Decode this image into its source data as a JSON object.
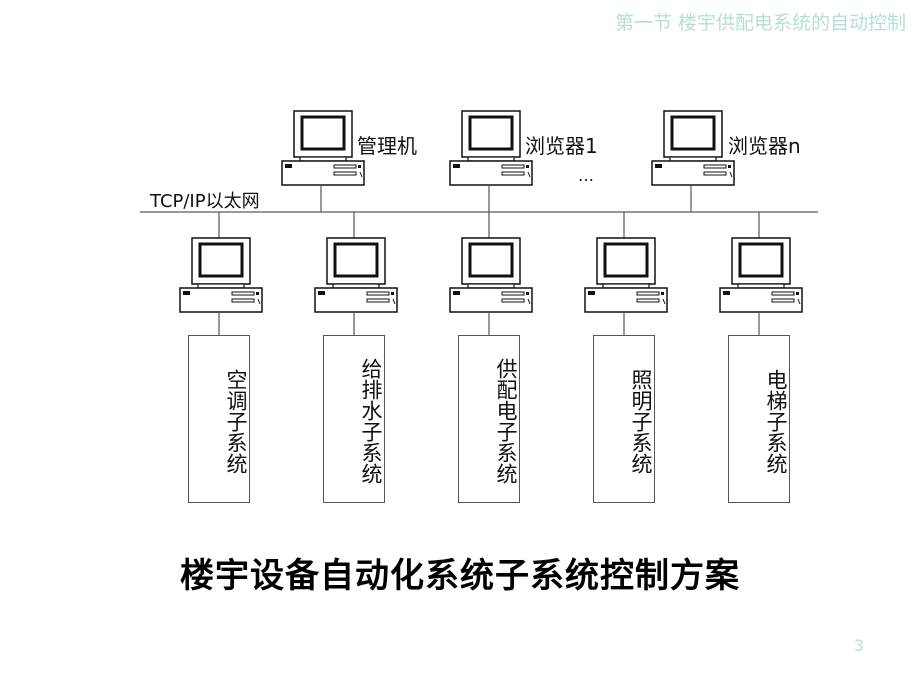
{
  "header": {
    "title": "第一节 楼宇供配电系统的自动控制"
  },
  "network": {
    "label": "TCP/IP以太网",
    "ellipsis": "…"
  },
  "top_computers": [
    {
      "label": "管理机"
    },
    {
      "label": "浏览器1"
    },
    {
      "label": "浏览器n"
    }
  ],
  "subsystems": [
    {
      "label": "空调子系统"
    },
    {
      "label": "给排水子系统"
    },
    {
      "label": "供配电子系统"
    },
    {
      "label": "照明子系统"
    },
    {
      "label": "电梯子系统"
    }
  ],
  "caption": "楼宇设备自动化系统子系统控制方案",
  "page_number": "3"
}
